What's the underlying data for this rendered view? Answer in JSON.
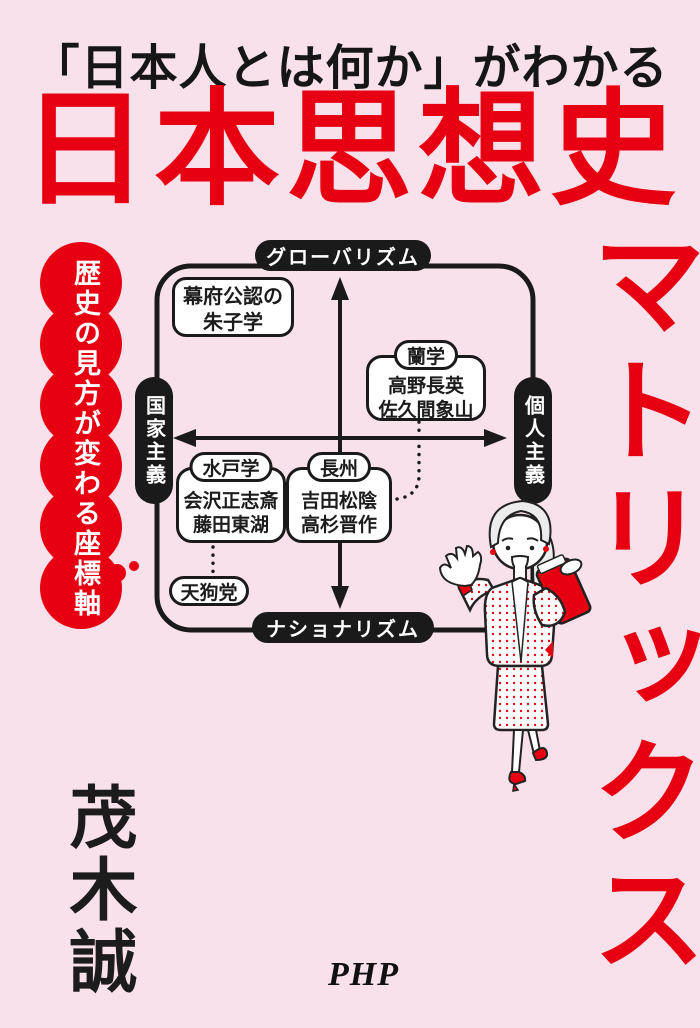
{
  "cover": {
    "tagline": "「日本人とは何か」がわかる",
    "title_horizontal": "日本思想史",
    "title_vertical": "マトリックス",
    "banner_text": "歴史の見方が変わる座標軸",
    "author": "茂木誠",
    "publisher_logo": "PHP"
  },
  "diagram": {
    "axis_top_label": "グローバリズム",
    "axis_bottom_label": "ナショナリズム",
    "axis_left_label": "国家主義",
    "axis_right_label": "個人主義",
    "groups": {
      "shushigaku": {
        "lines": [
          "幕府公認の",
          "朱子学"
        ]
      },
      "rangaku": {
        "title": "蘭学",
        "lines": [
          "高野長英",
          "佐久間象山"
        ]
      },
      "mitogaku": {
        "title": "水戸学",
        "lines": [
          "会沢正志斎",
          "藤田東湖"
        ]
      },
      "choshu": {
        "title": "長州",
        "lines": [
          "吉田松陰",
          "高杉晋作"
        ]
      },
      "tenguto": {
        "label": "天狗党"
      }
    }
  },
  "illustration": {
    "description": "woman presenter in polka-dot suit holding red book"
  },
  "colors": {
    "background": "#f8e1ea",
    "accent_red": "#e60012",
    "ink_black": "#1a1a1a",
    "box_white": "#ffffff"
  }
}
